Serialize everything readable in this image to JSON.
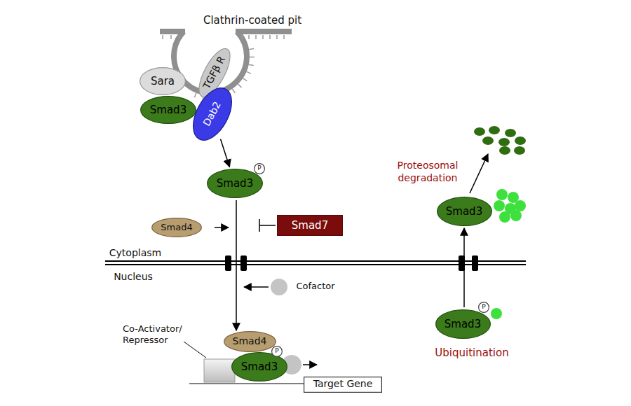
{
  "diagram": {
    "nodes": [
      {
        "text": [
          "Sara"
        ]
      },
      {
        "text": [
          "TGFβ R"
        ]
      },
      {
        "text": [
          "Smad3"
        ]
      },
      {
        "text": [
          "Dab2"
        ]
      },
      {
        "text": [
          "Smad3"
        ]
      },
      {
        "text": [
          "P"
        ]
      },
      {
        "text": [
          "Smad4"
        ]
      },
      {
        "text": [
          "Smad7"
        ]
      },
      {
        "text": [
          "Smad3"
        ]
      },
      {
        "text": [
          "Smad3"
        ]
      },
      {
        "text": [
          "P"
        ]
      },
      {
        "text": [
          "Smad4"
        ]
      },
      {
        "text": [
          "Smad3"
        ]
      },
      {
        "text": [
          "P"
        ]
      },
      {
        "text": [
          "Target Gene"
        ]
      }
    ],
    "edges": [
      {
        "from": 3,
        "to": 4,
        "arrow": "to"
      },
      {
        "from": 4,
        "to": 11,
        "arrow": "to"
      },
      {
        "from": 9,
        "to": 8,
        "arrow": "to"
      }
    ],
    "labels": [
      "Clathrin-coated pit",
      "Proteosomal degradation",
      "Cofactor",
      "Cytoplasm",
      "Nucleus",
      "Co-Activator/ Repressor",
      "Ubiquitination"
    ]
  }
}
